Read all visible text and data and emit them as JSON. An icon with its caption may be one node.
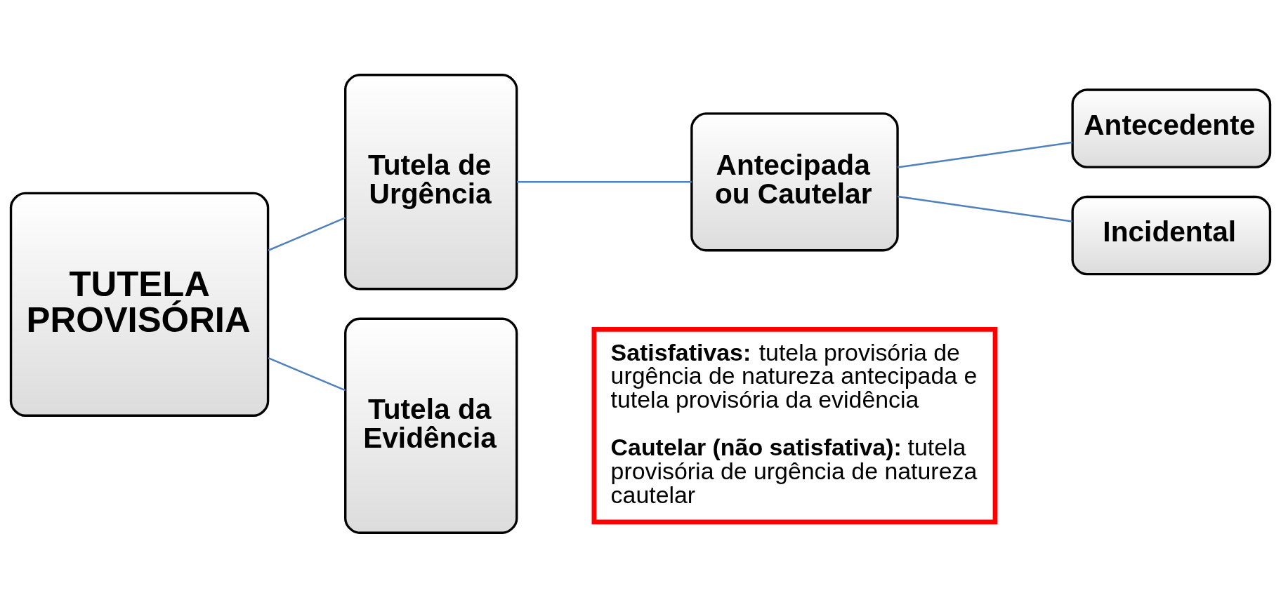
{
  "diagram": {
    "nodes": [
      {
        "text": [
          "TUTELA PROVISÓRIA"
        ]
      },
      {
        "text": [
          "Tutela de Urgência"
        ]
      },
      {
        "text": [
          "Tutela da Evidência"
        ]
      },
      {
        "text": [
          "Antecipada ou Cautelar"
        ]
      },
      {
        "text": [
          "Antecedente"
        ]
      },
      {
        "text": [
          "Incidental"
        ]
      },
      {
        "text": [
          "**Satisfativas:** tutela provisória de urgência de natureza antecipada e tutela provisória da evidência",
          "**Cautelar (não satisfativa):** tutela provisória de urgência de natureza cautelar"
        ]
      }
    ],
    "edges": [
      {
        "from": 0,
        "to": 1,
        "arrow": "none"
      },
      {
        "from": 0,
        "to": 2,
        "arrow": "none"
      },
      {
        "from": 1,
        "to": 3,
        "arrow": "none"
      },
      {
        "from": 3,
        "to": 4,
        "arrow": "none"
      },
      {
        "from": 3,
        "to": 5,
        "arrow": "none"
      }
    ]
  }
}
